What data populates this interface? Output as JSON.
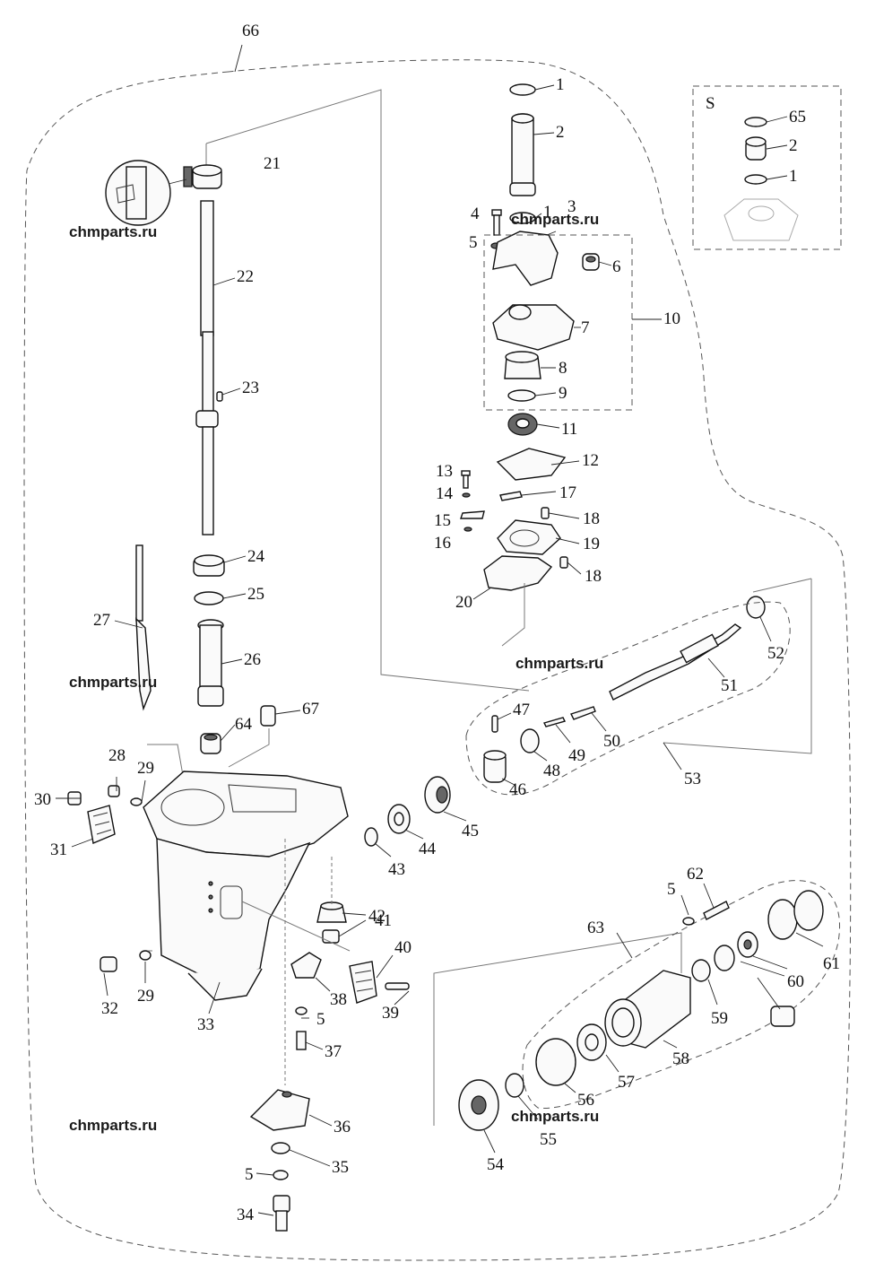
{
  "watermark": "chmparts.ru",
  "kit_marker": "S",
  "callouts": {
    "c1a": "1",
    "c2a": "2",
    "c1b": "1",
    "c3": "3",
    "c4": "4",
    "c5a": "5",
    "c6": "6",
    "c7": "7",
    "c8": "8",
    "c9": "9",
    "c10": "10",
    "c11": "11",
    "c12": "12",
    "c13": "13",
    "c14": "14",
    "c15": "15",
    "c16": "16",
    "c17": "17",
    "c18a": "18",
    "c18b": "18",
    "c19": "19",
    "c20": "20",
    "c21": "21",
    "c22": "22",
    "c23": "23",
    "c24": "24",
    "c25": "25",
    "c26": "26",
    "c27": "27",
    "c28": "28",
    "c29a": "29",
    "c29b": "29",
    "c30": "30",
    "c31": "31",
    "c32": "32",
    "c33": "33",
    "c34": "34",
    "c5b": "5",
    "c35": "35",
    "c36": "36",
    "c37": "37",
    "c5c": "5",
    "c38": "38",
    "c39": "39",
    "c40": "40",
    "c41": "41",
    "c42": "42",
    "c43": "43",
    "c44": "44",
    "c45": "45",
    "c46": "46",
    "c47": "47",
    "c48": "48",
    "c49": "49",
    "c50": "50",
    "c51": "51",
    "c52": "52",
    "c53": "53",
    "c54": "54",
    "c55": "55",
    "c56": "56",
    "c57": "57",
    "c58": "58",
    "c59": "59",
    "c60": "60",
    "c61": "61",
    "c62": "62",
    "c5d": "5",
    "c63": "63",
    "c64": "64",
    "c65": "65",
    "c2b": "2",
    "c1c": "1",
    "c66": "66",
    "c67": "67"
  }
}
